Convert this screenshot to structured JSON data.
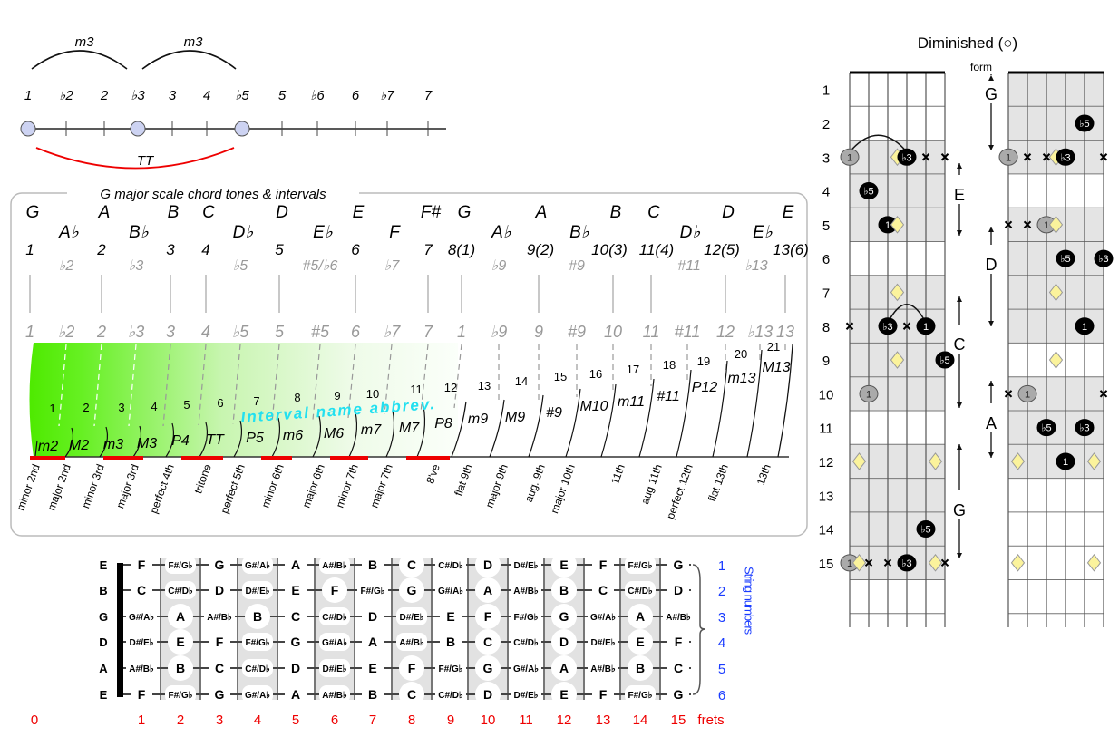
{
  "scale_line": {
    "degrees": [
      "1",
      "♭2",
      "2",
      "♭3",
      "3",
      "4",
      "♭5",
      "5",
      "♭6",
      "6",
      "♭7",
      "7"
    ],
    "arc_labels": [
      "m3",
      "m3"
    ],
    "tritone_label": "TT"
  },
  "intervals_box": {
    "title": "G major scale chord tones & intervals",
    "notes": [
      "G",
      "A♭",
      "A",
      "B♭",
      "B",
      "C",
      "D♭",
      "D",
      "E♭",
      "E",
      "F",
      "F#",
      "G",
      "A♭",
      "A",
      "B♭",
      "B",
      "C",
      "D♭",
      "D",
      "E♭",
      "E"
    ],
    "degrees_top": [
      "1",
      "♭2",
      "2",
      "♭3",
      "3",
      "4",
      "♭5",
      "5",
      "#5/♭6",
      "6",
      "♭7",
      "7",
      "8(1)",
      "♭9",
      "9(2)",
      "#9",
      "10(3)",
      "11(4)",
      "#11",
      "12(5)",
      "♭13",
      "13(6)"
    ],
    "degrees_bottom": [
      "1",
      "♭2",
      "2",
      "♭3",
      "3",
      "4",
      "♭5",
      "5",
      "#5",
      "6",
      "♭7",
      "7",
      "1",
      "♭9",
      "9",
      "#9",
      "10",
      "11",
      "#11",
      "12",
      "♭13",
      "13"
    ],
    "interval_numbers": [
      "1",
      "2",
      "3",
      "4",
      "5",
      "6",
      "7",
      "8",
      "9",
      "10",
      "11",
      "12",
      "13",
      "14",
      "15",
      "16",
      "17",
      "18",
      "19",
      "20",
      "21"
    ],
    "abbrevs": [
      "m2",
      "M2",
      "m3",
      "M3",
      "P4",
      "TT",
      "P5",
      "m6",
      "M6",
      "m7",
      "M7",
      "P8",
      "m9",
      "M9",
      "#9",
      "M10",
      "m11",
      "#11",
      "P12",
      "m13",
      "M13"
    ],
    "names": [
      "minor 2nd",
      "major 2nd",
      "minor 3rd",
      "major 3rd",
      "perfect 4th",
      "tritone",
      "perfect 5th",
      "minor 6th",
      "major 6th",
      "minor 7th",
      "major 7th",
      "8've",
      "flat 9th",
      "major 9th",
      "aug. 9th",
      "major 10th",
      "11th",
      "aug 11th",
      "perfect 12th",
      "flat 13th",
      "13th"
    ],
    "overlay_label": "Interval name abbrev.",
    "colors": {
      "green": "#4eea00",
      "cyan": "#22e0f0",
      "red": "#ee0000"
    }
  },
  "fretboard": {
    "open_strings": [
      "E",
      "B",
      "G",
      "D",
      "A",
      "E"
    ],
    "strings": [
      [
        "F",
        "F#/G♭",
        "G",
        "G#/A♭",
        "A",
        "A#/B♭",
        "B",
        "C",
        "C#/D♭",
        "D",
        "D#/E♭",
        "E",
        "F",
        "F#/G♭",
        "G"
      ],
      [
        "C",
        "C#/D♭",
        "D",
        "D#/E♭",
        "E",
        "F",
        "F#/G♭",
        "G",
        "G#/A♭",
        "A",
        "A#/B♭",
        "B",
        "C",
        "C#/D♭",
        "D"
      ],
      [
        "G#/A♭",
        "A",
        "A#/B♭",
        "B",
        "C",
        "C#/D♭",
        "D",
        "D#/E♭",
        "E",
        "F",
        "F#/G♭",
        "G",
        "G#/A♭",
        "A",
        "A#/B♭"
      ],
      [
        "D#/E♭",
        "E",
        "F",
        "F#/G♭",
        "G",
        "G#/A♭",
        "A",
        "A#/B♭",
        "B",
        "C",
        "C#/D♭",
        "D",
        "D#/E♭",
        "E",
        "F"
      ],
      [
        "A#/B♭",
        "B",
        "C",
        "C#/D♭",
        "D",
        "D#/E♭",
        "E",
        "F",
        "F#/G♭",
        "G",
        "G#/A♭",
        "A",
        "A#/B♭",
        "B",
        "C"
      ],
      [
        "F",
        "F#/G♭",
        "G",
        "G#/A♭",
        "A",
        "A#/B♭",
        "B",
        "C",
        "C#/D♭",
        "D",
        "D#/E♭",
        "E",
        "F",
        "F#/G♭",
        "G"
      ]
    ],
    "fret_numbers": [
      "0",
      "1",
      "2",
      "3",
      "4",
      "5",
      "6",
      "7",
      "8",
      "9",
      "10",
      "11",
      "12",
      "13",
      "14",
      "15"
    ],
    "frets_label": "frets",
    "string_numbers": [
      "1",
      "2",
      "3",
      "4",
      "5",
      "6"
    ],
    "string_numbers_label": "String numbers"
  },
  "diminished": {
    "title": "Diminished (○)",
    "form_label": "form",
    "fret_numbers": [
      "1",
      "2",
      "3",
      "4",
      "5",
      "6",
      "7",
      "8",
      "9",
      "10",
      "11",
      "12",
      "13",
      "14",
      "15"
    ],
    "forms_left": [
      "E",
      "C",
      "G"
    ],
    "forms_right": [
      "G",
      "D",
      "A"
    ],
    "necks": [
      {
        "shaded_frets": [
          3,
          4,
          5,
          7,
          8,
          9,
          10,
          12,
          13,
          14,
          15
        ],
        "markers": [
          {
            "fret": 3,
            "string": 0,
            "type": "root-gray",
            "label": "1"
          },
          {
            "fret": 3,
            "string": 2.5,
            "type": "diamond"
          },
          {
            "fret": 3,
            "string": 3,
            "type": "black",
            "label": "♭3"
          },
          {
            "fret": 3,
            "string": 4,
            "type": "x"
          },
          {
            "fret": 3,
            "string": 5,
            "type": "x"
          },
          {
            "fret": 4,
            "string": 1,
            "type": "black",
            "label": "♭5"
          },
          {
            "fret": 5,
            "string": 2,
            "type": "black",
            "label": "1"
          },
          {
            "fret": 5,
            "string": 2.5,
            "type": "diamond"
          },
          {
            "fret": 7,
            "string": 2.5,
            "type": "diamond"
          },
          {
            "fret": 8,
            "string": 0,
            "type": "x"
          },
          {
            "fret": 8,
            "string": 2,
            "type": "black",
            "label": "♭3"
          },
          {
            "fret": 8,
            "string": 3,
            "type": "x"
          },
          {
            "fret": 8,
            "string": 4,
            "type": "black",
            "label": "1"
          },
          {
            "fret": 9,
            "string": 2.5,
            "type": "diamond"
          },
          {
            "fret": 9,
            "string": 5,
            "type": "black",
            "label": "♭5"
          },
          {
            "fret": 10,
            "string": 1,
            "type": "root-gray",
            "label": "1"
          },
          {
            "fret": 12,
            "string": 0.5,
            "type": "diamond"
          },
          {
            "fret": 12,
            "string": 4.5,
            "type": "diamond"
          },
          {
            "fret": 14,
            "string": 4,
            "type": "black",
            "label": "♭5"
          },
          {
            "fret": 15,
            "string": 0,
            "type": "root-gray",
            "label": "1"
          },
          {
            "fret": 15,
            "string": 0.5,
            "type": "diamond"
          },
          {
            "fret": 15,
            "string": 1,
            "type": "x"
          },
          {
            "fret": 15,
            "string": 2,
            "type": "x"
          },
          {
            "fret": 15,
            "string": 3,
            "type": "black",
            "label": "♭3"
          },
          {
            "fret": 15,
            "string": 4.5,
            "type": "diamond"
          },
          {
            "fret": 15,
            "string": 5,
            "type": "x"
          }
        ],
        "arcs": [
          {
            "fret": 3,
            "from": 0,
            "to": 3
          },
          {
            "fret": 8,
            "from": 2,
            "to": 4
          }
        ]
      },
      {
        "shaded_frets": [
          1,
          2,
          3,
          5,
          6,
          7,
          8,
          10,
          11,
          12
        ],
        "markers": [
          {
            "fret": 2,
            "string": 4,
            "type": "black",
            "label": "♭5"
          },
          {
            "fret": 3,
            "string": 0,
            "type": "root-gray",
            "label": "1"
          },
          {
            "fret": 3,
            "string": 1,
            "type": "x"
          },
          {
            "fret": 3,
            "string": 2,
            "type": "x"
          },
          {
            "fret": 3,
            "string": 2.5,
            "type": "diamond"
          },
          {
            "fret": 3,
            "string": 3,
            "type": "black",
            "label": "♭3"
          },
          {
            "fret": 3,
            "string": 5,
            "type": "x"
          },
          {
            "fret": 5,
            "string": 0,
            "type": "x"
          },
          {
            "fret": 5,
            "string": 1,
            "type": "x"
          },
          {
            "fret": 5,
            "string": 2,
            "type": "root-gray",
            "label": "1"
          },
          {
            "fret": 5,
            "string": 2.5,
            "type": "diamond"
          },
          {
            "fret": 6,
            "string": 3,
            "type": "black",
            "label": "♭5"
          },
          {
            "fret": 6,
            "string": 5,
            "type": "black",
            "label": "♭3"
          },
          {
            "fret": 7,
            "string": 2.5,
            "type": "diamond"
          },
          {
            "fret": 8,
            "string": 4,
            "type": "black",
            "label": "1"
          },
          {
            "fret": 9,
            "string": 2.5,
            "type": "diamond"
          },
          {
            "fret": 10,
            "string": 0,
            "type": "x"
          },
          {
            "fret": 10,
            "string": 1,
            "type": "root-gray",
            "label": "1"
          },
          {
            "fret": 10,
            "string": 5,
            "type": "x"
          },
          {
            "fret": 11,
            "string": 2,
            "type": "black",
            "label": "♭5"
          },
          {
            "fret": 11,
            "string": 4,
            "type": "black",
            "label": "♭3"
          },
          {
            "fret": 12,
            "string": 0.5,
            "type": "diamond"
          },
          {
            "fret": 12,
            "string": 3,
            "type": "black",
            "label": "1"
          },
          {
            "fret": 12,
            "string": 4.5,
            "type": "diamond"
          },
          {
            "fret": 15,
            "string": 0.5,
            "type": "diamond"
          },
          {
            "fret": 15,
            "string": 4.5,
            "type": "diamond"
          }
        ],
        "arcs": []
      }
    ]
  }
}
